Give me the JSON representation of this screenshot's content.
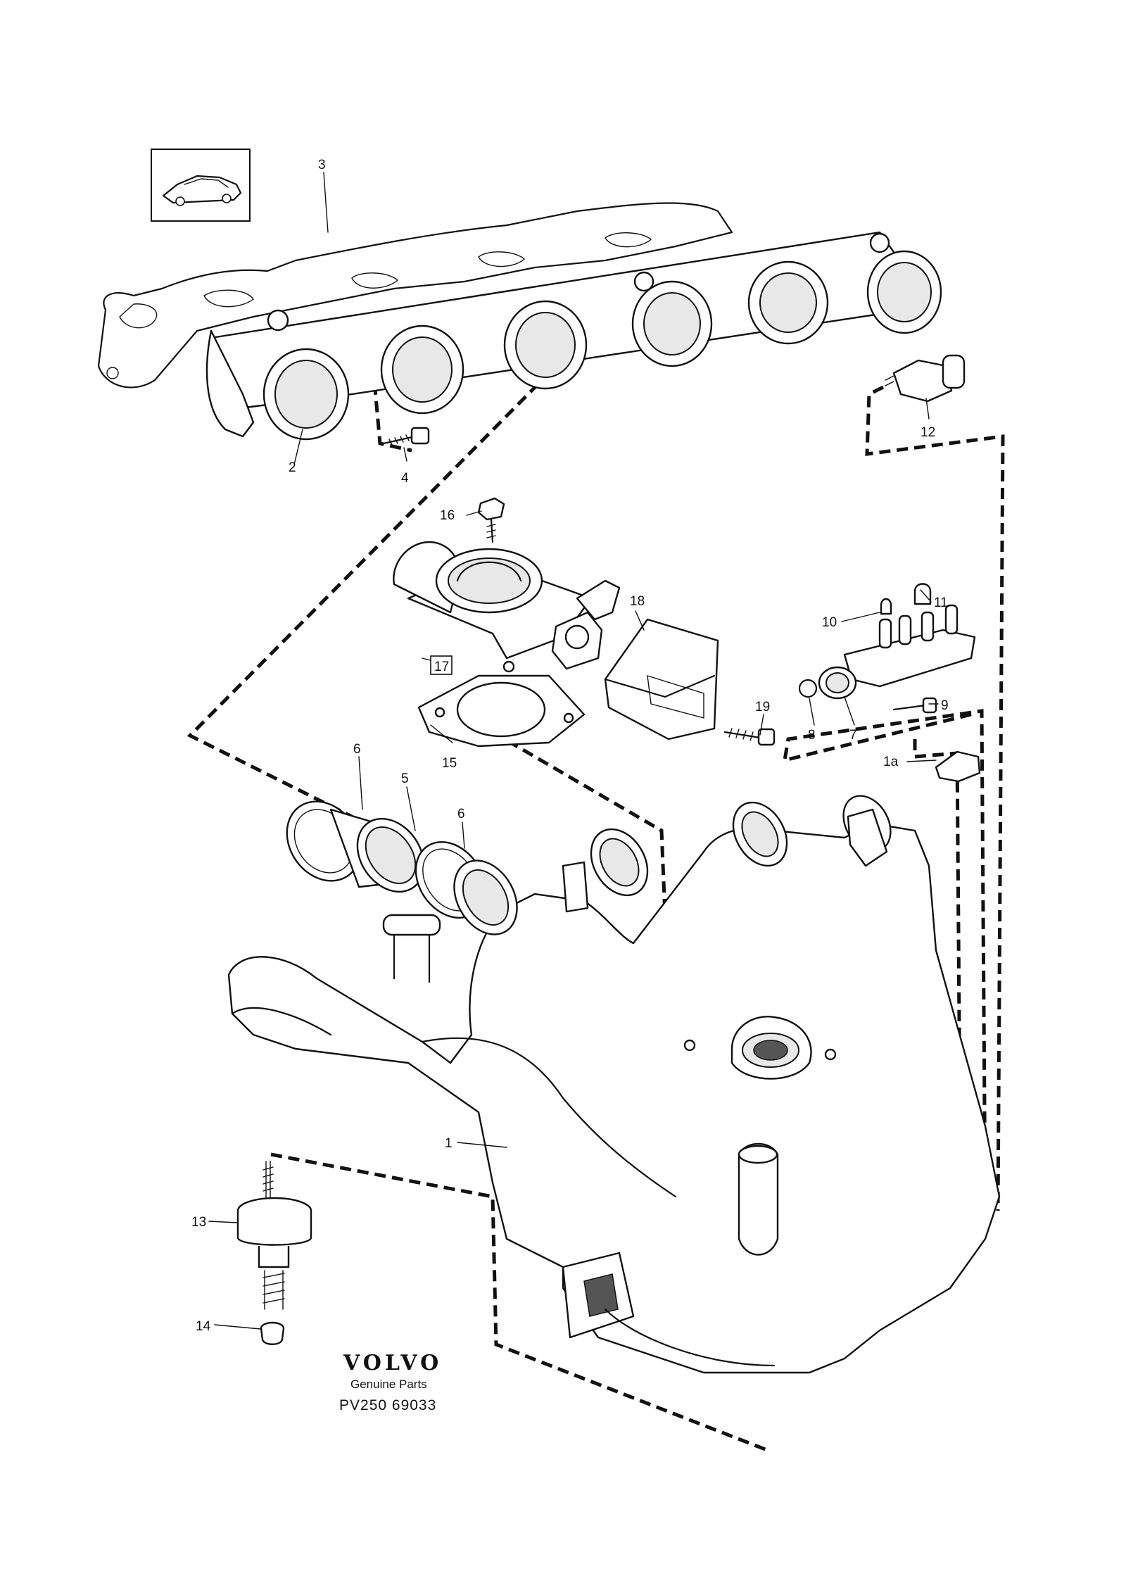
{
  "callouts": {
    "p1": "1",
    "p1a": "1a",
    "p2": "2",
    "p3": "3",
    "p4": "4",
    "p5": "5",
    "p6a": "6",
    "p6b": "6",
    "p7": "7",
    "p8": "8",
    "p9": "9",
    "p10": "10",
    "p11": "11",
    "p12": "12",
    "p13": "13",
    "p14": "14",
    "p15": "15",
    "p16": "16",
    "p17": "17",
    "p18": "18",
    "p19": "19"
  },
  "branding": {
    "logo": "VOLVO",
    "tagline": "Genuine Parts",
    "code": "PV250  69033"
  },
  "icons": {
    "vehicle": "sedan-car-icon"
  }
}
